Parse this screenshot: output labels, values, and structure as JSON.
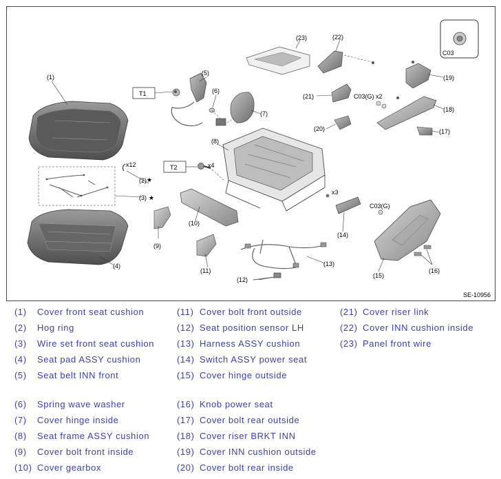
{
  "diagram": {
    "reference_code": "SE-10956",
    "part_callouts": {
      "p1": "(1)",
      "p2": "(2)",
      "p3": "(3)",
      "p4": "(4)",
      "p5": "(5)",
      "p6": "(6)",
      "p7": "(7)",
      "p8": "(8)",
      "p9": "(9)",
      "p10": "(10)",
      "p11": "(11)",
      "p12": "(12)",
      "p13": "(13)",
      "p14": "(14)",
      "p15": "(15)",
      "p16": "(16)",
      "p17": "(17)",
      "p18": "(18)",
      "p19": "(19)",
      "p20": "(20)",
      "p21": "(21)",
      "p22": "(22)",
      "p23": "(23)"
    },
    "markers": {
      "t1": "T1",
      "t2": "T2",
      "c03_box": "C03",
      "c03g_x2": "C03(G) x2",
      "c03g": "C03(G)",
      "x12": "x12",
      "x4": "x4",
      "x3": "x3",
      "star": "★"
    }
  },
  "legend": {
    "columns": [
      [
        {
          "num": "(1)",
          "name": "Cover front seat cushion"
        },
        {
          "num": "(2)",
          "name": "Hog ring"
        },
        {
          "num": "(3)",
          "name": "Wire set front seat cushion"
        },
        {
          "num": "(4)",
          "name": "Seat pad ASSY cushion"
        },
        {
          "num": "(5)",
          "name": "Seat belt INN front"
        },
        {
          "num": "(6)",
          "name": "Spring wave washer"
        },
        {
          "num": "(7)",
          "name": "Cover hinge inside"
        },
        {
          "num": "(8)",
          "name": "Seat frame ASSY cushion"
        },
        {
          "num": "(9)",
          "name": "Cover bolt front inside"
        },
        {
          "num": "(10)",
          "name": "Cover gearbox"
        }
      ],
      [
        {
          "num": "(11)",
          "name": "Cover bolt front outside"
        },
        {
          "num": "(12)",
          "name": "Seat position sensor LH"
        },
        {
          "num": "(13)",
          "name": "Harness ASSY cushion"
        },
        {
          "num": "(14)",
          "name": "Switch ASSY power seat"
        },
        {
          "num": "(15)",
          "name": "Cover hinge outside"
        },
        {
          "num": "(16)",
          "name": "Knob power seat"
        },
        {
          "num": "(17)",
          "name": "Cover bolt rear outside"
        },
        {
          "num": "(18)",
          "name": "Cover riser BRKT INN"
        },
        {
          "num": "(19)",
          "name": "Cover INN cushion outside"
        },
        {
          "num": "(20)",
          "name": "Cover bolt rear inside"
        }
      ],
      [
        {
          "num": "(21)",
          "name": "Cover riser link"
        },
        {
          "num": "(22)",
          "name": "Cover INN cushion inside"
        },
        {
          "num": "(23)",
          "name": "Panel front wire"
        }
      ]
    ]
  }
}
